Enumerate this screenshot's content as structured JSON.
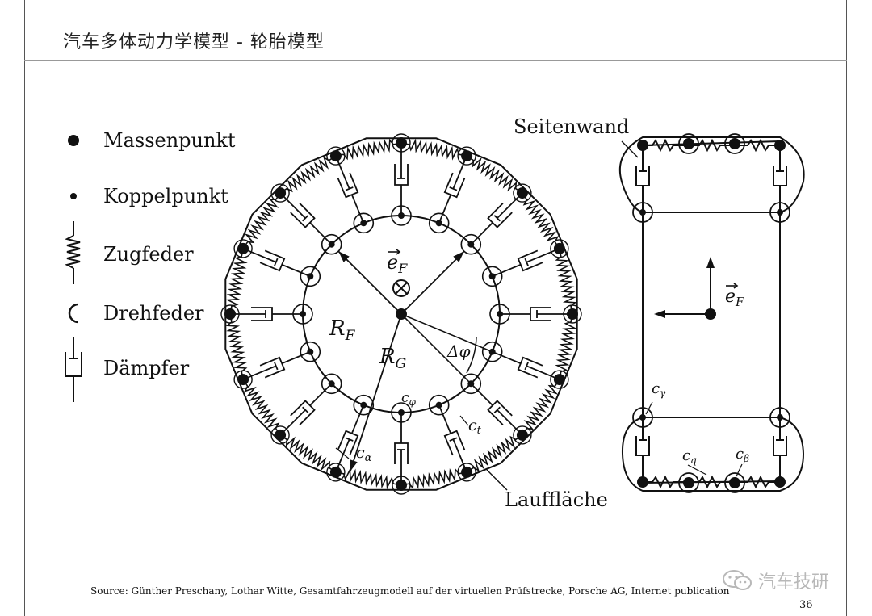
{
  "slide": {
    "title": "汽车多体动力学模型 - 轮胎模型",
    "source": "Source: Günther Preschany, Lothar Witte, Gesamtfahrzeugmodell auf der virtuellen Prüfstrecke, Porsche AG, Internet publication",
    "page_number": "36",
    "watermark": "汽车技研"
  },
  "legend": [
    {
      "icon": "mass-point-icon",
      "label": "Massenpunkt"
    },
    {
      "icon": "coupling-point-icon",
      "label": "Koppelpunkt"
    },
    {
      "icon": "tension-spring-icon",
      "label": "Zugfeder"
    },
    {
      "icon": "torsion-spring-icon",
      "label": "Drehfeder"
    },
    {
      "icon": "damper-icon",
      "label": "Dämpfer"
    }
  ],
  "front_view": {
    "center_vector": "e",
    "center_vector_sub": "F",
    "radius_rim": "R",
    "radius_rim_sub": "F",
    "radius_tread": "R",
    "radius_tread_sub": "G",
    "angle": "Δφ",
    "c_phi": "c",
    "c_phi_sub": "φ",
    "c_t": "c",
    "c_t_sub": "t",
    "c_alpha": "c",
    "c_alpha_sub": "α",
    "tread_label": "Lauffläche",
    "mass_points": 16
  },
  "side_view": {
    "sidewall_label": "Seitenwand",
    "vector": "e",
    "vector_sub": "F",
    "c_gamma": "c",
    "c_gamma_sub": "γ",
    "c_q": "c",
    "c_q_sub": "q",
    "c_beta": "c",
    "c_beta_sub": "β"
  }
}
